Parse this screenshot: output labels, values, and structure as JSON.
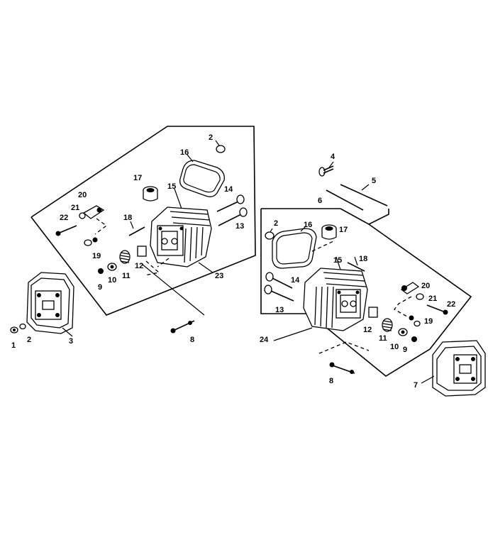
{
  "callouts": {
    "left": {
      "n1": "1",
      "n2a": "2",
      "n2b": "2",
      "n3": "3",
      "n8": "8",
      "n9": "9",
      "n10": "10",
      "n11": "11",
      "n12": "12",
      "n13": "13",
      "n14": "14",
      "n15": "15",
      "n16": "16",
      "n17": "17",
      "n18": "18",
      "n19": "19",
      "n20": "20",
      "n21": "21",
      "n22": "22",
      "n23": "23"
    },
    "right": {
      "n2": "2",
      "n4": "4",
      "n5": "5",
      "n6": "6",
      "n7": "7",
      "n8": "8",
      "n9": "9",
      "n10": "10",
      "n11": "11",
      "n12": "12",
      "n13": "13",
      "n14": "14",
      "n15": "15",
      "n16": "16",
      "n17": "17",
      "n18": "18",
      "n19": "19",
      "n20": "20",
      "n21": "21",
      "n22": "22",
      "n24": "24"
    }
  }
}
